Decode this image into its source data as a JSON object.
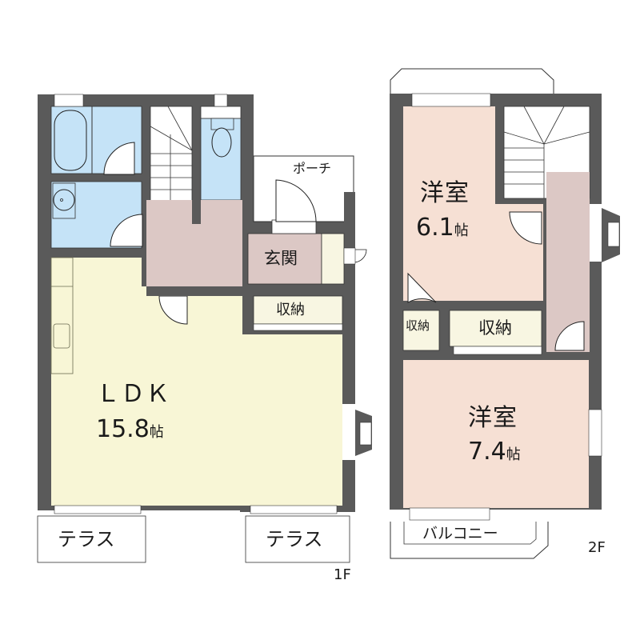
{
  "floor_plan": {
    "colors": {
      "wall": "#5a5a5a",
      "wet_area": "#c5e3f7",
      "ldk": "#f8f6d6",
      "hall": "#dcc8c5",
      "bedroom": "#f6e0d4",
      "storage": "#f8f6e2",
      "exterior": "#ffffff"
    },
    "floor1": {
      "label": "1F",
      "rooms": {
        "ldk": {
          "name": "ＬＤＫ",
          "size": "15.8",
          "unit": "帖"
        },
        "genkan": {
          "name": "玄関"
        },
        "storage": {
          "name": "収納"
        },
        "porch": {
          "name": "ポーチ"
        },
        "terrace_left": {
          "name": "テラス"
        },
        "terrace_right": {
          "name": "テラス"
        }
      }
    },
    "floor2": {
      "label": "2F",
      "rooms": {
        "western_room_1": {
          "name": "洋室",
          "size": "6.1",
          "unit": "帖"
        },
        "western_room_2": {
          "name": "洋室",
          "size": "7.4",
          "unit": "帖"
        },
        "storage_small": {
          "name": "収納"
        },
        "storage": {
          "name": "収納"
        },
        "balcony": {
          "name": "バルコニー"
        }
      }
    }
  }
}
